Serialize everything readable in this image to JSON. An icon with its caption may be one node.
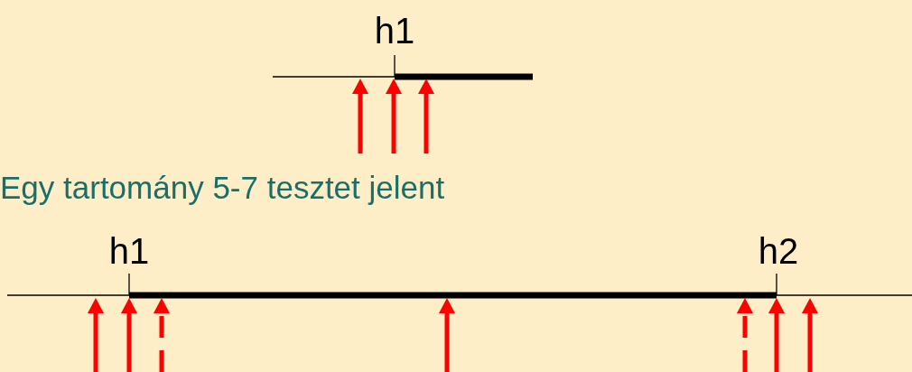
{
  "diagram": {
    "labels": [
      "h1",
      "Egy tartomány 5-7 tesztet jelent",
      "h1",
      "h2"
    ]
  }
}
